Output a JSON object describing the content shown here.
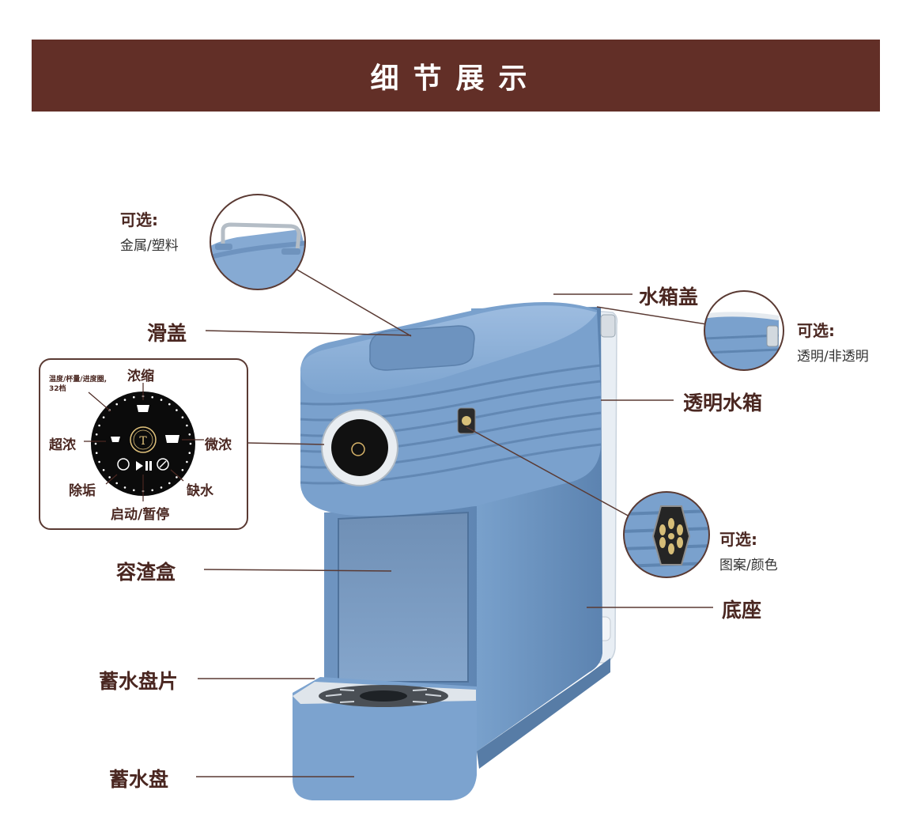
{
  "header": {
    "title": "细节展示"
  },
  "labels": {
    "slide_cover": "滑盖",
    "tank_lid": "水箱盖",
    "clear_tank": "透明水箱",
    "grounds_box": "容渣盒",
    "base": "底座",
    "drip_plate": "蓄水盘片",
    "drip_tray": "蓄水盘"
  },
  "options": {
    "handle": {
      "title": "可选:",
      "sub": "金属/塑料"
    },
    "tank": {
      "title": "可选:",
      "sub": "透明/非透明"
    },
    "badge": {
      "title": "可选:",
      "sub": "图案/颜色"
    }
  },
  "panel": {
    "ring_note": "温度/杯量/进度圈,",
    "ring_levels": "32档",
    "strong": "浓缩",
    "extra_strong": "超浓",
    "light": "微浓",
    "descale": "除垢",
    "no_water": "缺水",
    "start_pause": "启动/暂停",
    "logo_letter": "T"
  },
  "colors": {
    "banner": "#622f27",
    "machine_blue": "#7199c6",
    "label_text": "#4a2721"
  }
}
